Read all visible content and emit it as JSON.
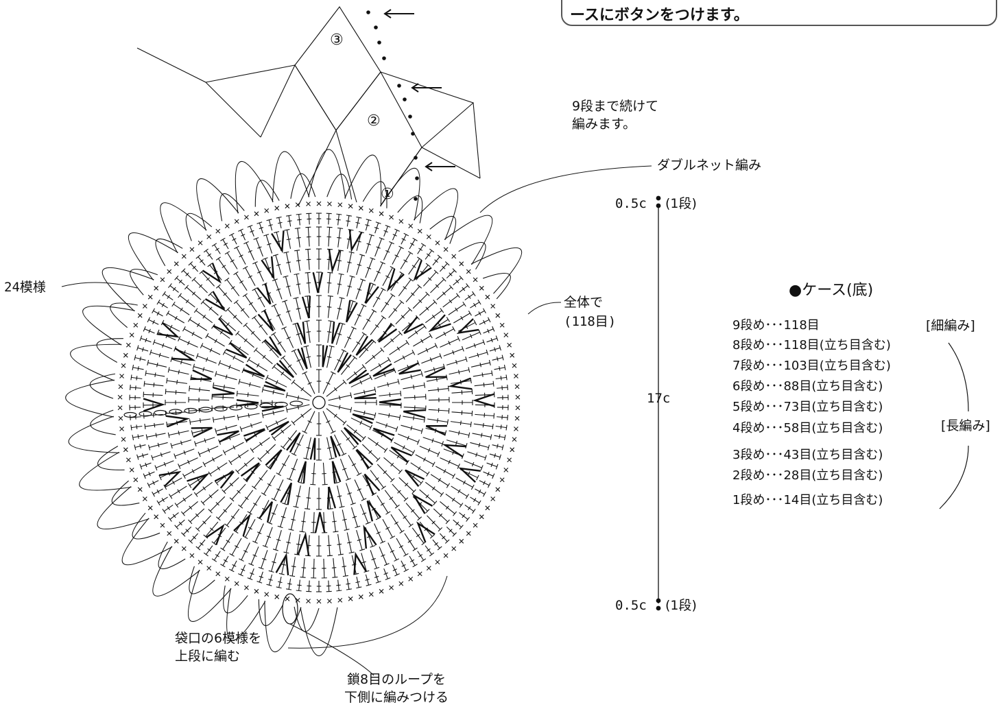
{
  "note": {
    "text": "ースにボタンをつけます。"
  },
  "diagram": {
    "row_numbers": [
      "③",
      "②",
      "①"
    ],
    "stitch_counts": {
      "pattern_repeats": 24,
      "total_stitches": 118,
      "rounds": 9
    }
  },
  "labels": {
    "continue": [
      "9段まで続けて",
      "編みます。"
    ],
    "double_net": "ダブルネット編み",
    "repeats": "24模様",
    "total": [
      "全体で",
      "(118目)"
    ],
    "opening": [
      "袋口の6模様を",
      "上段に編む"
    ],
    "loop": [
      "鎖8目のループを",
      "下側に編みつける"
    ]
  },
  "ruler": {
    "top_label": "0.5c",
    "top_round": "(1段)",
    "middle_label": "17c",
    "bottom_label": "0.5c",
    "bottom_round": "(1段)"
  },
  "case": {
    "title": "●ケース(底)",
    "rows": [
      "9段め･･･118目",
      "8段め･･･118目(立ち目含む)",
      "7段め･･･103目(立ち目含む)",
      "6段め･･･88目(立ち目含む)",
      "5段め･･･73目(立ち目含む)",
      "4段め･･･58目(立ち目含む)",
      "3段め･･･43目(立ち目含む)",
      "2段め･･･28目(立ち目含む)",
      "1段め･･･14目(立ち目含む)"
    ],
    "sc_label": "[細編み]",
    "dc_label": "[長編み]"
  }
}
